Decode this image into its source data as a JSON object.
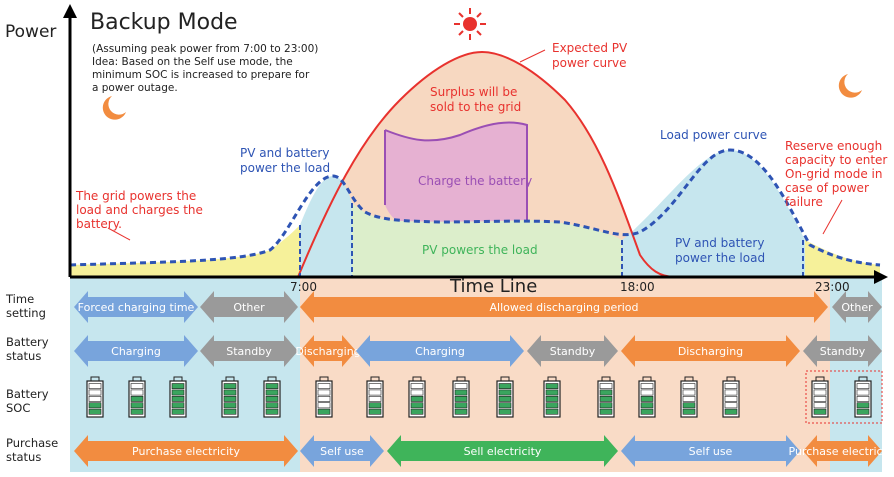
{
  "title": "Backup Mode",
  "y_axis_label": "Power",
  "x_axis_label": "Time Line",
  "subtitle_lines": [
    "(Assuming peak power from 7:00 to 23:00)",
    "Idea: Based on the Self use mode, the",
    "minimum SOC is increased to prepare for",
    "a power outage."
  ],
  "time_ticks": [
    "7:00",
    "18:00",
    "23:00"
  ],
  "annotations": {
    "expected_pv": [
      "Expected PV",
      "power curve"
    ],
    "surplus": [
      "Surplus will be",
      "sold to the grid"
    ],
    "pv_battery_left": [
      "PV and battery",
      "power the load"
    ],
    "charge_battery": "Charge the battery",
    "grid_powers": [
      "The grid powers the",
      "load and charges the",
      "battery."
    ],
    "pv_powers": "PV powers the load",
    "load_curve": "Load power curve",
    "pv_battery_right": [
      "PV and battery",
      "power the load"
    ],
    "reserve": [
      "Reserve enough",
      "capacity to enter",
      "On-grid mode in",
      "case of power",
      "failure"
    ]
  },
  "rows": {
    "time_setting": {
      "label": [
        "Time",
        "setting"
      ],
      "segments": [
        "Forced charging time",
        "Other",
        "Allowed discharging period",
        "Other"
      ]
    },
    "battery_status": {
      "label": [
        "Battery",
        "status"
      ],
      "segments": [
        "Charging",
        "Standby",
        "Discharging",
        "Charging",
        "Standby",
        "Discharging",
        "Standby"
      ]
    },
    "battery_soc": {
      "label": [
        "Battery",
        "SOC"
      ],
      "levels": [
        2,
        3,
        5,
        5,
        5,
        1,
        2,
        3,
        4,
        5,
        5,
        4,
        3,
        2,
        1,
        1,
        2
      ]
    },
    "purchase_status": {
      "label": [
        "Purchase",
        "status"
      ],
      "segments": [
        "Purchase electricity",
        "Self use",
        "Sell electricity",
        "Self use",
        "Purchase electricity"
      ]
    }
  },
  "colors": {
    "pv_curve": "#e8322e",
    "load_curve": "#2e54b4",
    "grid_fill": "#f6f19a",
    "pv_fill": "#f7d8c1",
    "load_fill": "#c6e6ee",
    "charge_fill": "#e6b1d2",
    "pv_load_fill": "#dceecb",
    "orange_arrow": "#f28c40",
    "blue_arrow": "#78a4dc",
    "gray_arrow": "#9a9a9a",
    "green_arrow": "#3fb45a",
    "battery_green": "#3aa55e",
    "sun": "#e8322e",
    "moon": "#f28c40"
  }
}
